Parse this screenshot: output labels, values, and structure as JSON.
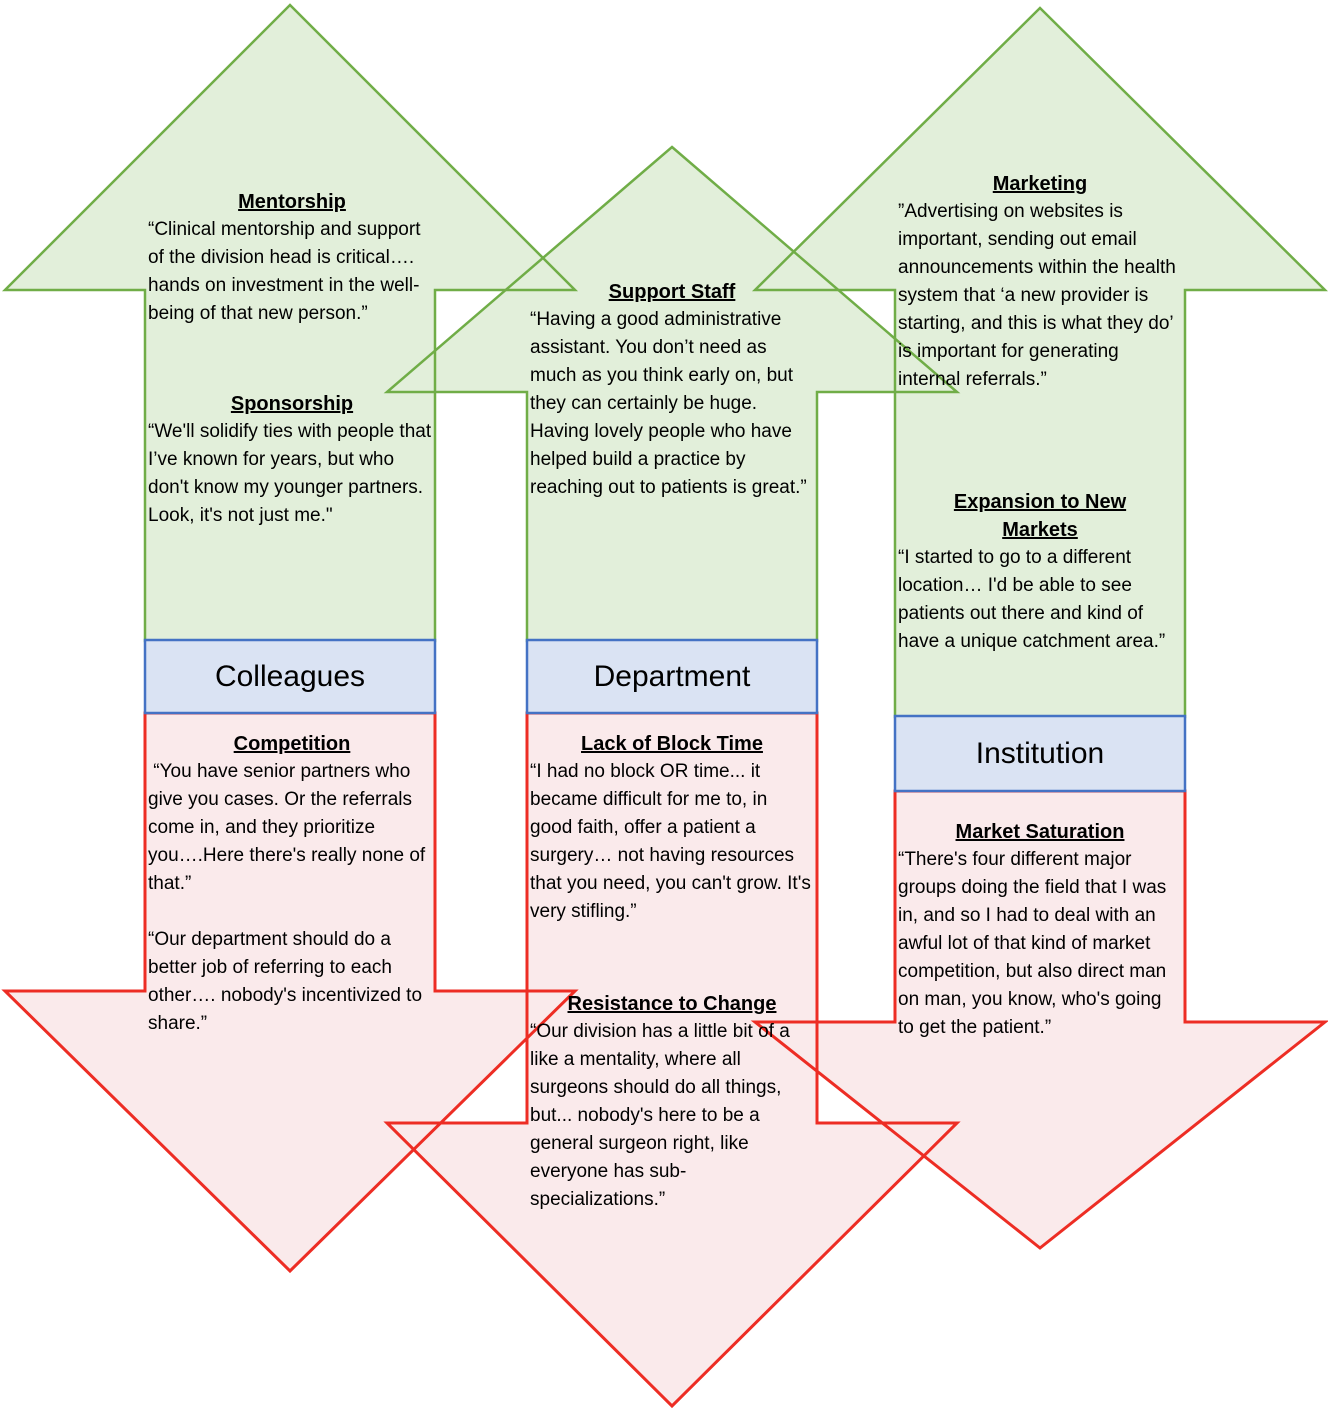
{
  "colors": {
    "facilitator_fill": "#e2efda",
    "facilitator_border": "#70ad47",
    "barrier_fill": "#faeaeb",
    "barrier_border": "#ed2d24",
    "label_fill": "#dae3f3",
    "label_border": "#4472c4",
    "text": "#000000"
  },
  "columns": [
    {
      "label": "Colleagues",
      "facilitators": [
        {
          "heading": "Mentorship",
          "quote": "“Clinical mentorship and support of the division head is critical…. hands on investment in the well-being of that new person.”"
        },
        {
          "heading": "Sponsorship",
          "quote": "“We'll solidify ties with people that I’ve known for years, but who don't know my younger partners. Look, it's not just me.\""
        }
      ],
      "barriers": [
        {
          "heading": "Competition",
          "quotes": [
            " “You have senior partners who give you cases. Or the referrals come in, and they prioritize you….Here there's really none of that.”",
            "“Our department should do a better job of referring to each other…. nobody's incentivized to share.”"
          ]
        }
      ]
    },
    {
      "label": "Department",
      "facilitators": [
        {
          "heading": "Support Staff",
          "quote": "“Having a good administrative assistant. You don’t need as much as you think early on, but they can certainly be huge. Having lovely people who have helped build a practice by reaching out to patients is great.”"
        }
      ],
      "barriers": [
        {
          "heading": "Lack of Block Time",
          "quotes": [
            "“I had no block OR time... it became difficult for me to, in good faith, offer a patient a surgery… not having resources that you need, you can't grow. It's very stifling.”"
          ]
        },
        {
          "heading": "Resistance to Change",
          "quotes": [
            "“Our division has a little bit of a like a mentality, where all surgeons should do all things, but... nobody's here to be a general surgeon right, like everyone has sub-specializations.”"
          ]
        }
      ]
    },
    {
      "label": "Institution",
      "facilitators": [
        {
          "heading": "Marketing",
          "quote": "”Advertising on websites is important, sending out email announcements within the health system that ‘a new provider is starting, and this is what they do’ is important for generating internal referrals.”"
        },
        {
          "heading": "Expansion to New Markets",
          "quote": "“I started to go to a different location… I'd be able to see patients out there and kind of have a unique catchment area.”"
        }
      ],
      "barriers": [
        {
          "heading": "Market Saturation",
          "quotes": [
            "“There's four different major groups doing the field that I was in, and so I had to deal with an awful lot of that kind of market competition, but also direct man on man, you know, who's going to get the patient.”"
          ]
        }
      ]
    }
  ]
}
